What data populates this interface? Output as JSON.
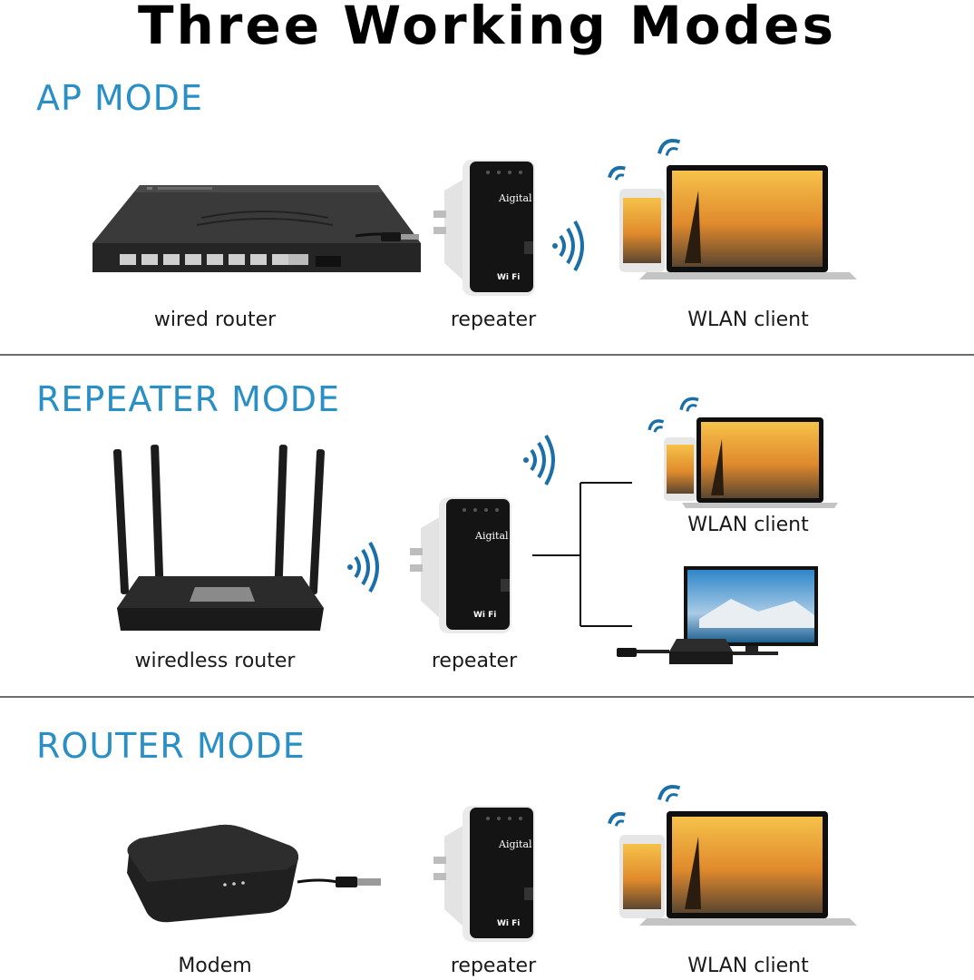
{
  "title": "Three Working Modes",
  "device": {
    "brand": "Aigital",
    "wifi_logo": "Wi Fi"
  },
  "colors": {
    "mode_title": "#2a8fc4",
    "device_black": "#141414",
    "device_white": "#e9e9e9"
  },
  "sections": [
    {
      "heading": "AP MODE",
      "captions": {
        "source": "wired router",
        "repeater": "repeater",
        "client": "WLAN client"
      }
    },
    {
      "heading": "REPEATER MODE",
      "captions": {
        "source": "wiredless router",
        "repeater": "repeater",
        "client": "WLAN client"
      }
    },
    {
      "heading": "ROUTER MODE",
      "captions": {
        "source": "Modem",
        "repeater": "repeater",
        "client": "WLAN client"
      }
    }
  ],
  "icons": [
    "router-switch-icon",
    "wifi-repeater-icon",
    "wifi-signal-icon",
    "smartphone-icon",
    "laptop-icon",
    "wireless-router-icon",
    "tv-icon",
    "modem-icon",
    "ethernet-cable-icon"
  ]
}
